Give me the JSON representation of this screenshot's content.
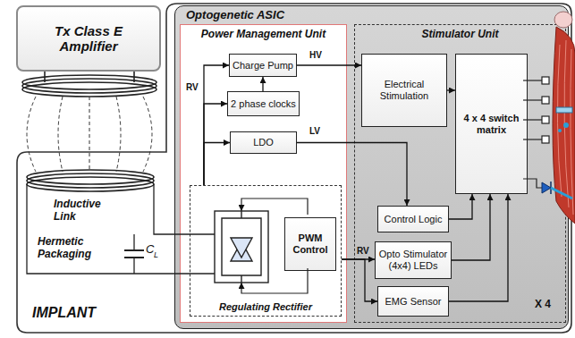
{
  "diagram": {
    "nodes": [
      {
        "text": [
          "Tx Class E Amplifier"
        ]
      },
      {
        "text": [
          "IMPLANT"
        ]
      },
      {
        "text": [
          "Optogenetic ASIC"
        ],
        "in": 1
      },
      {
        "text": [
          "Power Management Unit"
        ],
        "in": 2
      },
      {
        "text": [
          "Charge Pump"
        ],
        "in": 3
      },
      {
        "text": [
          "2 phase clocks"
        ],
        "in": 3
      },
      {
        "text": [
          "LDO"
        ],
        "in": 3
      },
      {
        "text": [
          "Regulating Rectifier"
        ],
        "in": 3
      },
      {
        "text": [
          "PWM Control"
        ],
        "in": 7
      },
      {
        "text": [
          "Stimulator Unit"
        ],
        "in": 2
      },
      {
        "text": [
          "Electrical Stimulation"
        ],
        "in": 9
      },
      {
        "text": [
          "4 x 4 switch matrix"
        ],
        "in": 9
      },
      {
        "text": [
          "Control Logic"
        ],
        "in": 9
      },
      {
        "text": [
          "Opto Stimulator (4x4) LEDs"
        ],
        "in": 9
      },
      {
        "text": [
          "EMG Sensor"
        ],
        "in": 9
      }
    ],
    "edges": [
      {
        "from": 7,
        "to": 4,
        "arrow": "to"
      },
      {
        "from": 7,
        "to": 5,
        "arrow": "to"
      },
      {
        "from": 7,
        "to": 6,
        "arrow": "to"
      },
      {
        "from": 5,
        "to": 4,
        "arrow": "to"
      },
      {
        "from": 4,
        "to": 10,
        "label": "HV",
        "arrow": "to"
      },
      {
        "from": 6,
        "to": 12,
        "label": "LV",
        "arrow": "to"
      },
      {
        "from": 10,
        "to": 11,
        "arrow": "to"
      },
      {
        "from": 12,
        "to": 11,
        "arrow": "to"
      },
      {
        "from": 13,
        "to": 11,
        "arrow": "to"
      },
      {
        "from": 14,
        "to": 11,
        "arrow": "to"
      },
      {
        "from": 7,
        "to": 13,
        "label": "RV",
        "arrow": "to"
      },
      {
        "from": 7,
        "to": 14,
        "arrow": "to"
      }
    ],
    "labels": [
      "Inductive Link",
      "Hermetic Packaging",
      "C",
      "L",
      "RV",
      "X 4"
    ]
  }
}
